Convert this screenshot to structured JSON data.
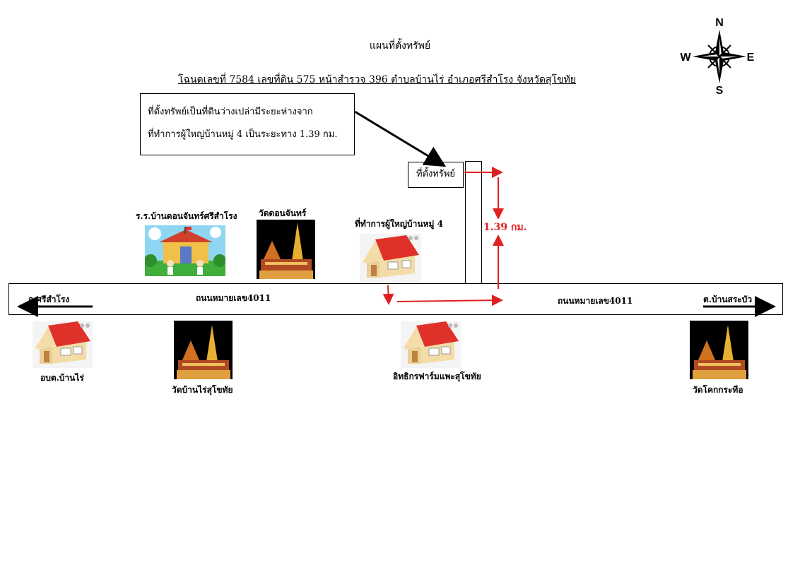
{
  "map": {
    "title": "แผนที่ตั้งทรัพย์",
    "subtitle": "โฉนดเลขที่ 7584  เลขที่ดิน 575  หน้าสำรวจ 396   ตำบลบ้านไร่   อำเภอศรีสำโรง  จังหวัดสุโขทัย",
    "description_lines": [
      "ที่ตั้งทรัพย์เป็นที่ดินว่างเปล่ามีระยะห่างจาก",
      "ที่ทำการผู้ใหญ่บ้านหมู่ 4 เป็นระยะทาง 1.39 กม."
    ],
    "property_label": "ที่ตั้งทรัพย์",
    "distance_label": "1.39 กม.",
    "road_labels": [
      "ถนนหมายเลข4011",
      "ถนนหมายเลข4011"
    ],
    "direction_west": "อ.ศรีสำโรง",
    "direction_east": "ต.บ้านสระบัว",
    "compass": {
      "n": "N",
      "s": "S",
      "e": "E",
      "w": "W"
    },
    "landmarks": {
      "school": "ร.ร.บ้านดอนจันทร์ศรีสำโรง",
      "temple_don_chan": "วัดดอนจันทร์",
      "headman_office": "ที่ทำการผู้ใหญ่บ้านหมู่ 4",
      "sao": "อบต.บ้านไร่",
      "temple_ban_rai": "วัดบ้านไร่สุโขทัย",
      "farm": "อิทธิกรฟาร์มแพะสุโขทัย",
      "temple_khok": "วัดโคกกระทือ"
    },
    "colors": {
      "route": "#e02020",
      "roof": "#e0302a",
      "wall": "#f4dca8",
      "gold": "#e8b030"
    }
  }
}
